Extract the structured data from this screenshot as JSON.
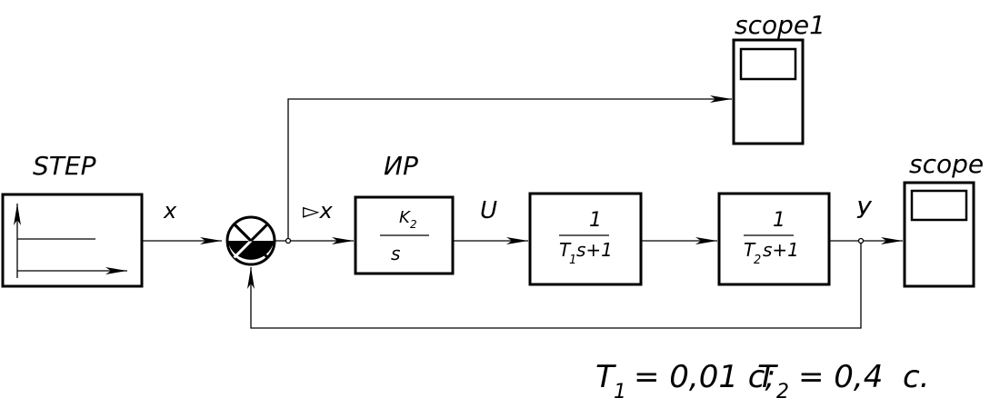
{
  "blocks": {
    "step": {
      "label": "STEP"
    },
    "controller": {
      "label": "ИР",
      "numerator": "K",
      "numerator_sub": "2",
      "denominator": "s"
    },
    "plant1": {
      "numerator": "1",
      "den_T": "T",
      "den_sub": "1",
      "den_rest": "s+1"
    },
    "plant2": {
      "numerator": "1",
      "den_T": "T",
      "den_sub": "2",
      "den_rest": "s+1"
    },
    "scope1": {
      "label": "scope1"
    },
    "scope": {
      "label": "scope"
    }
  },
  "signals": {
    "x": "x",
    "dx": "▻x",
    "u": "U",
    "y": "У"
  },
  "params": {
    "t1_sym": "T",
    "t1_sub": "1",
    "t1_val": "= 0,01 c;",
    "t2_sym": "T",
    "t2_sub": "2",
    "t2_val": "= 0,4  c."
  }
}
